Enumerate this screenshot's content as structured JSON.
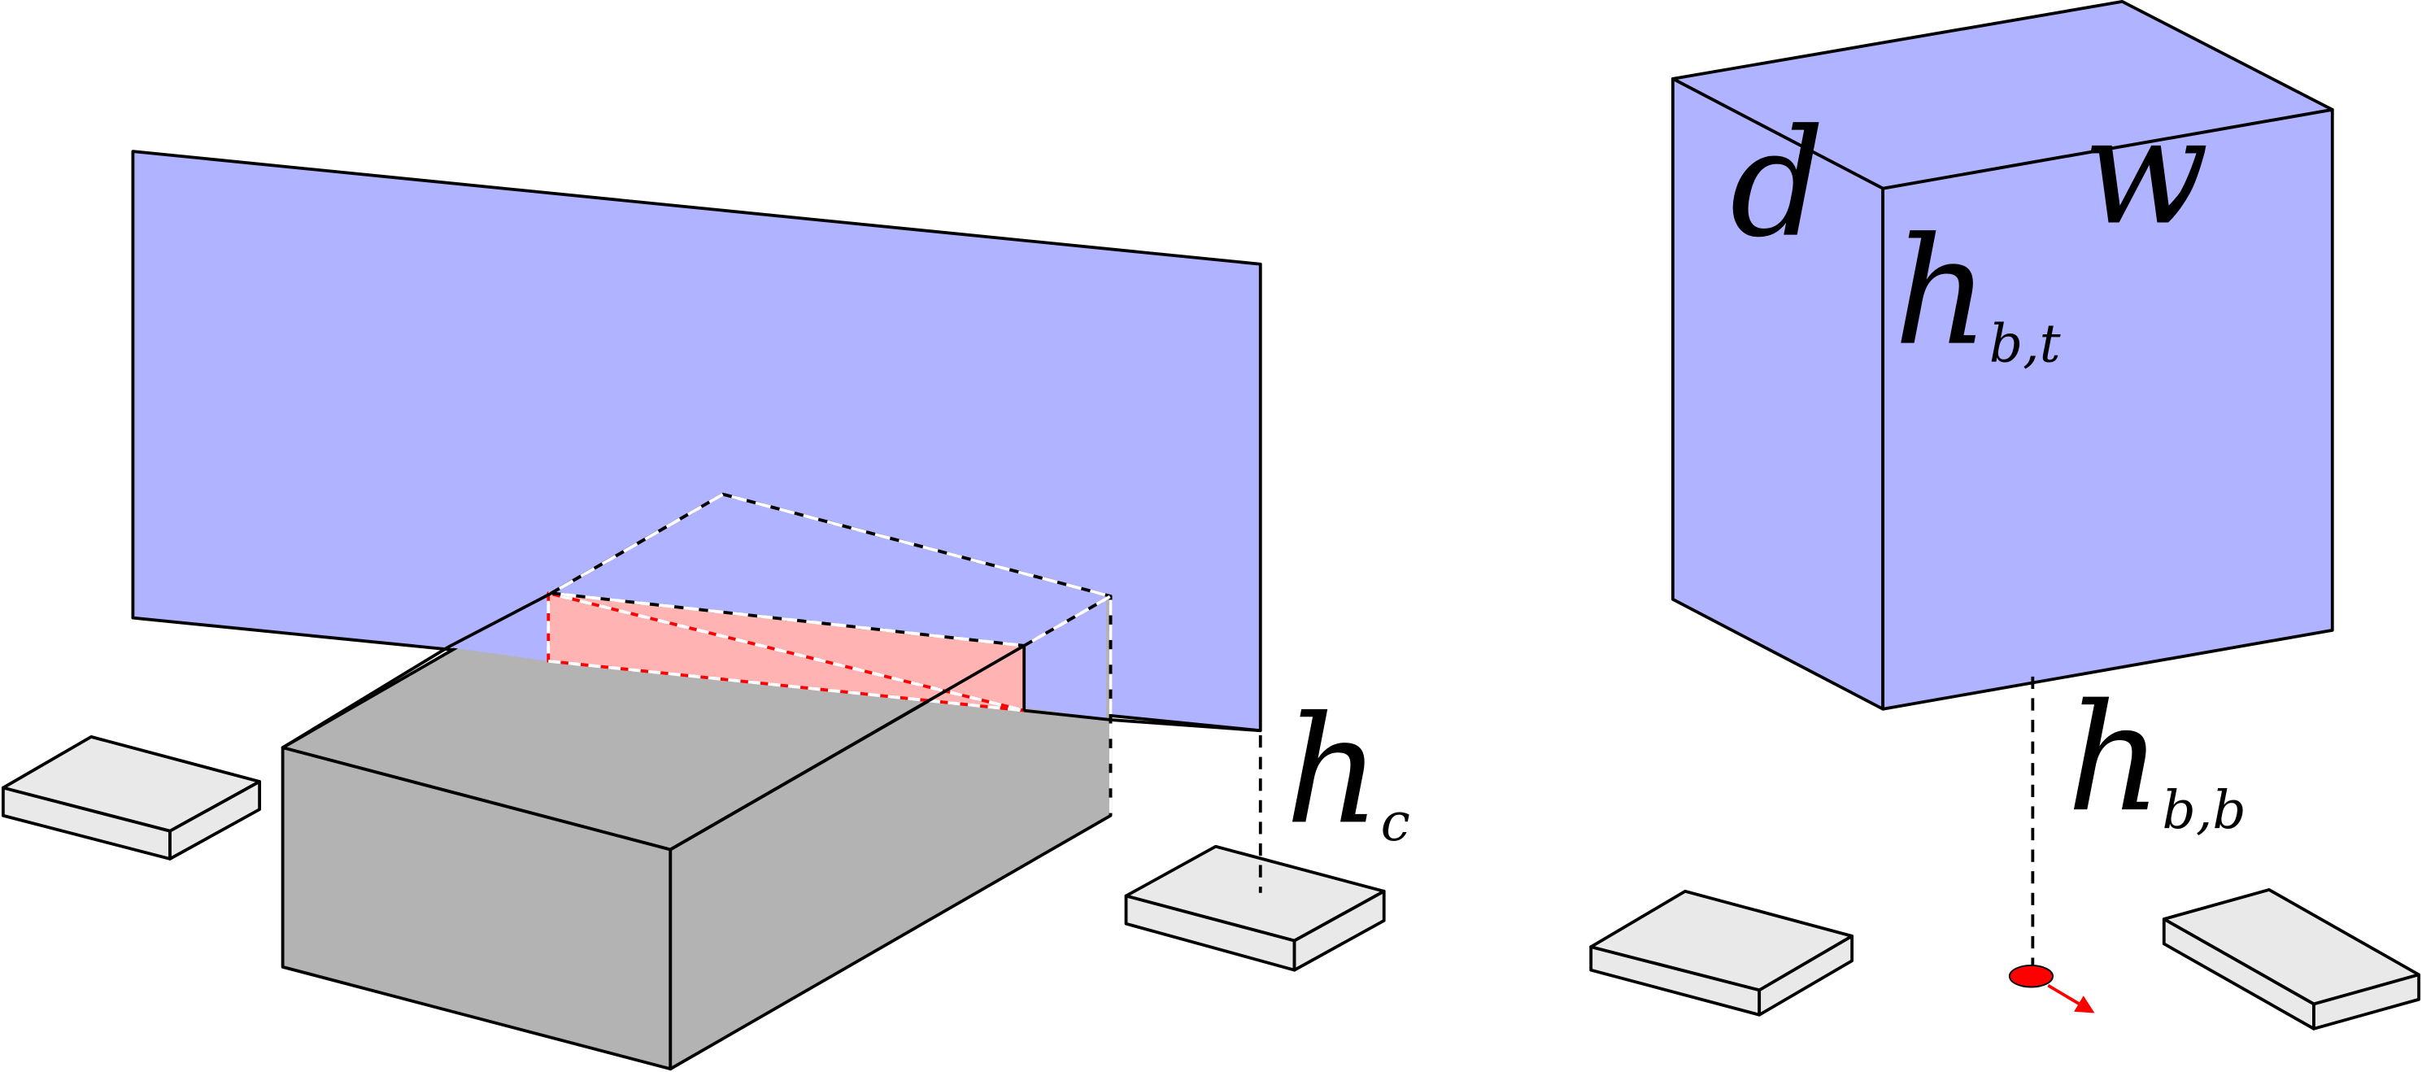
{
  "labels": {
    "h_c": {
      "base": "h",
      "sub": "c"
    },
    "h_bt": {
      "base": "h",
      "sub": "b,t"
    },
    "h_bb": {
      "base": "h",
      "sub": "b,b"
    },
    "d": "d",
    "w": "w"
  },
  "colors": {
    "billboard": "#b0b3ff",
    "building_gray": "#b3b3b3",
    "overlap_red": "#ffb3b3",
    "pad_light": "#e9e9e9",
    "marker_red": "#ff0000",
    "stroke": "#000000"
  }
}
